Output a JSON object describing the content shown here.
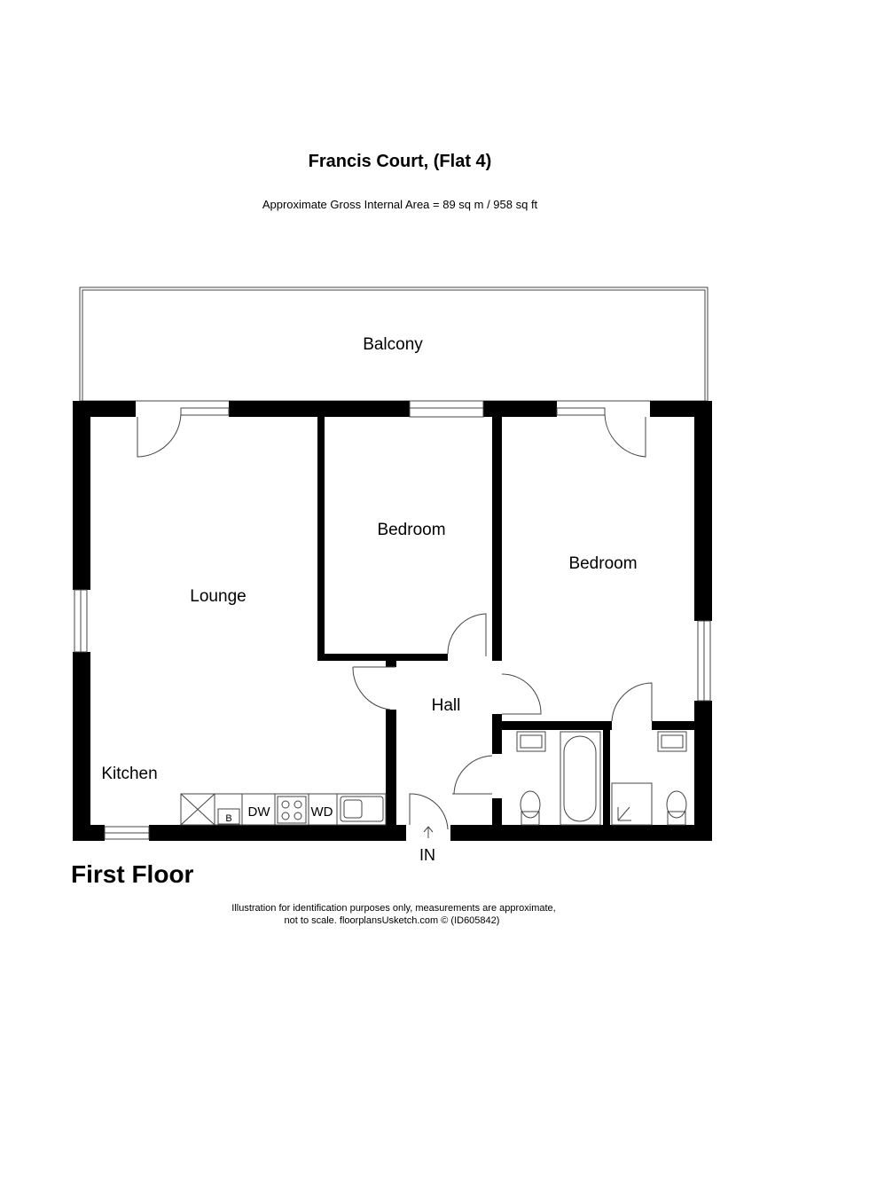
{
  "title": "Francis Court, (Flat 4)",
  "subtitle": "Approximate Gross Internal Area = 89 sq m / 958 sq ft",
  "floor_label": "First Floor",
  "disclaimer_line1": "Illustration for identification purposes only, measurements are approximate,",
  "disclaimer_line2": "not to scale. floorplansUsketch.com © (ID605842)",
  "rooms": {
    "balcony": "Balcony",
    "bedroom1": "Bedroom",
    "bedroom2": "Bedroom",
    "lounge": "Lounge",
    "kitchen": "Kitchen",
    "hall": "Hall",
    "entrance": "IN"
  },
  "appliances": {
    "boiler": "B",
    "dishwasher": "DW",
    "washer_dryer": "WD"
  }
}
